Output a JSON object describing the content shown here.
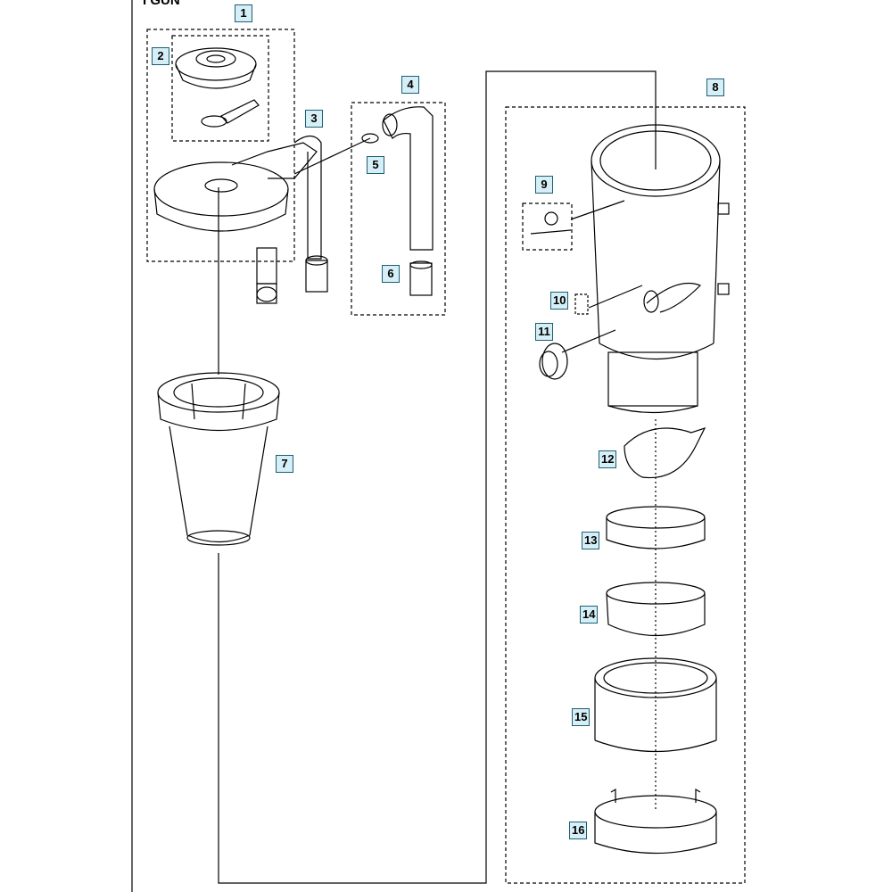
{
  "page": {
    "title": "I   GUN"
  },
  "callouts": {
    "c1": "1",
    "c2": "2",
    "c3": "3",
    "c4": "4",
    "c5": "5",
    "c6": "6",
    "c7": "7",
    "c8": "8",
    "c9": "9",
    "c10": "10",
    "c11": "11",
    "c12": "12",
    "c13": "13",
    "c14": "14",
    "c15": "15",
    "c16": "16"
  },
  "colors": {
    "callout_fill": "#d6eef5",
    "callout_border": "#1c5f73",
    "line": "#000000"
  }
}
